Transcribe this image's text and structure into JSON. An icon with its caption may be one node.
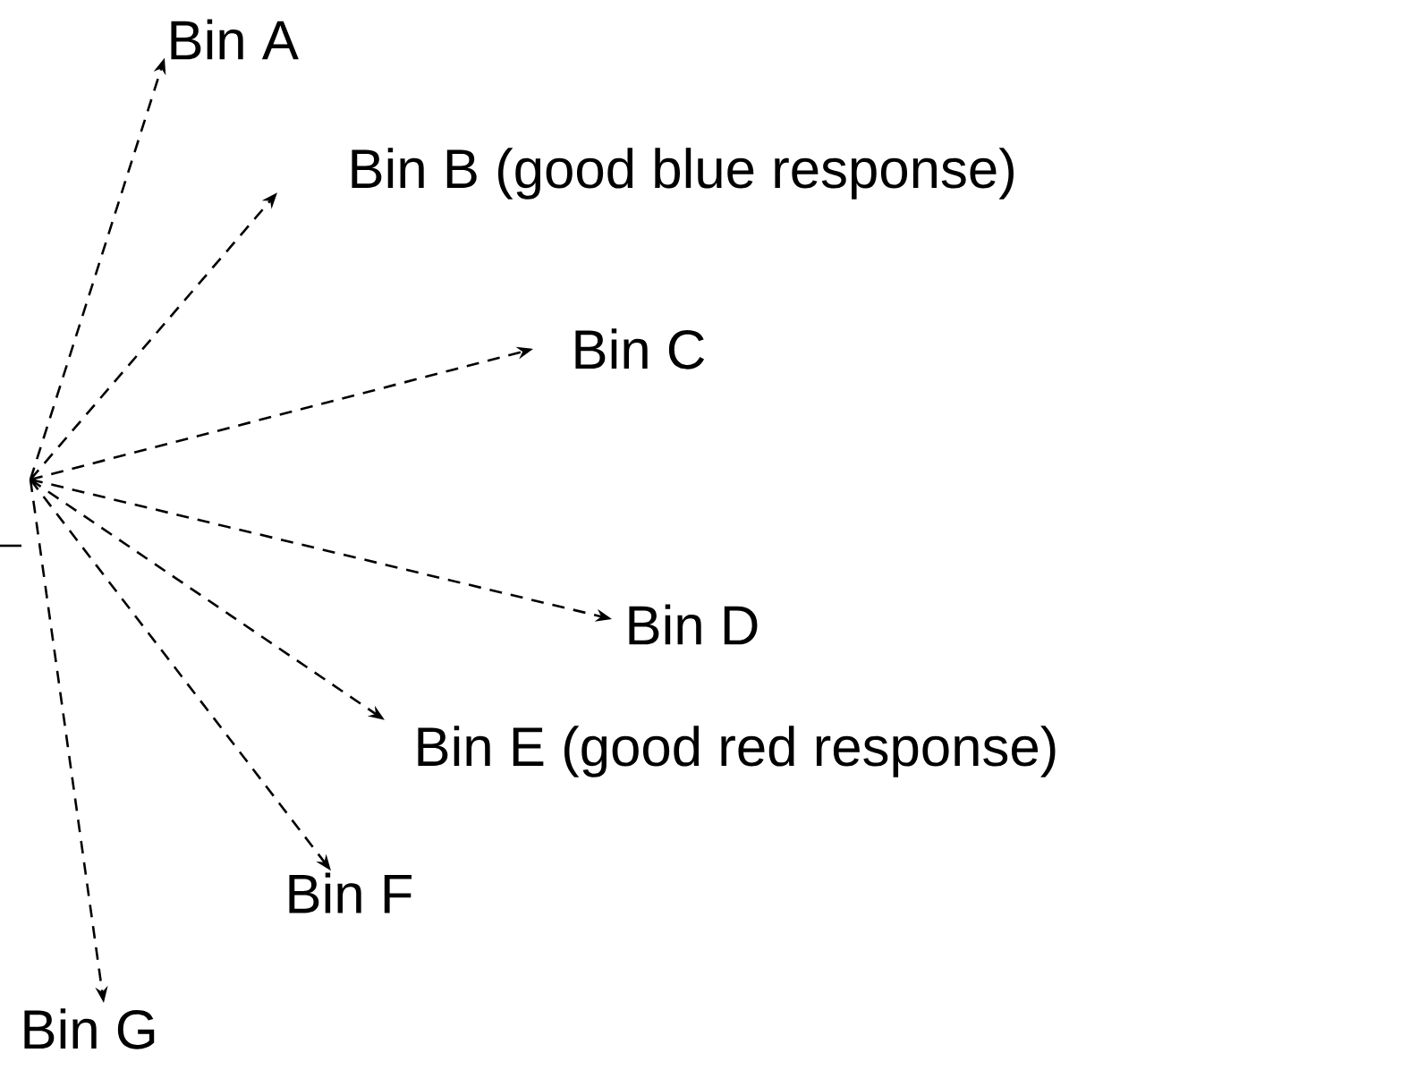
{
  "diagram": {
    "nodes": [
      {
        "text": [
          "Bin A"
        ]
      },
      {
        "text": [
          "Bin B (good blue response)"
        ]
      },
      {
        "text": [
          "Bin C"
        ]
      },
      {
        "text": [
          "Bin D"
        ]
      },
      {
        "text": [
          "Bin E (good red response)"
        ]
      },
      {
        "text": [
          "Bin F"
        ]
      },
      {
        "text": [
          "Bin G"
        ]
      }
    ],
    "edges": [
      {
        "from": null,
        "to": 0,
        "arrow": "to",
        "style": "dashed"
      },
      {
        "from": null,
        "to": 1,
        "arrow": "to",
        "style": "dashed"
      },
      {
        "from": null,
        "to": 2,
        "arrow": "to",
        "style": "dashed"
      },
      {
        "from": null,
        "to": 3,
        "arrow": "to",
        "style": "dashed"
      },
      {
        "from": null,
        "to": 4,
        "arrow": "to",
        "style": "dashed"
      },
      {
        "from": null,
        "to": 5,
        "arrow": "to",
        "style": "dashed"
      },
      {
        "from": null,
        "to": 6,
        "arrow": "to",
        "style": "dashed"
      }
    ]
  }
}
